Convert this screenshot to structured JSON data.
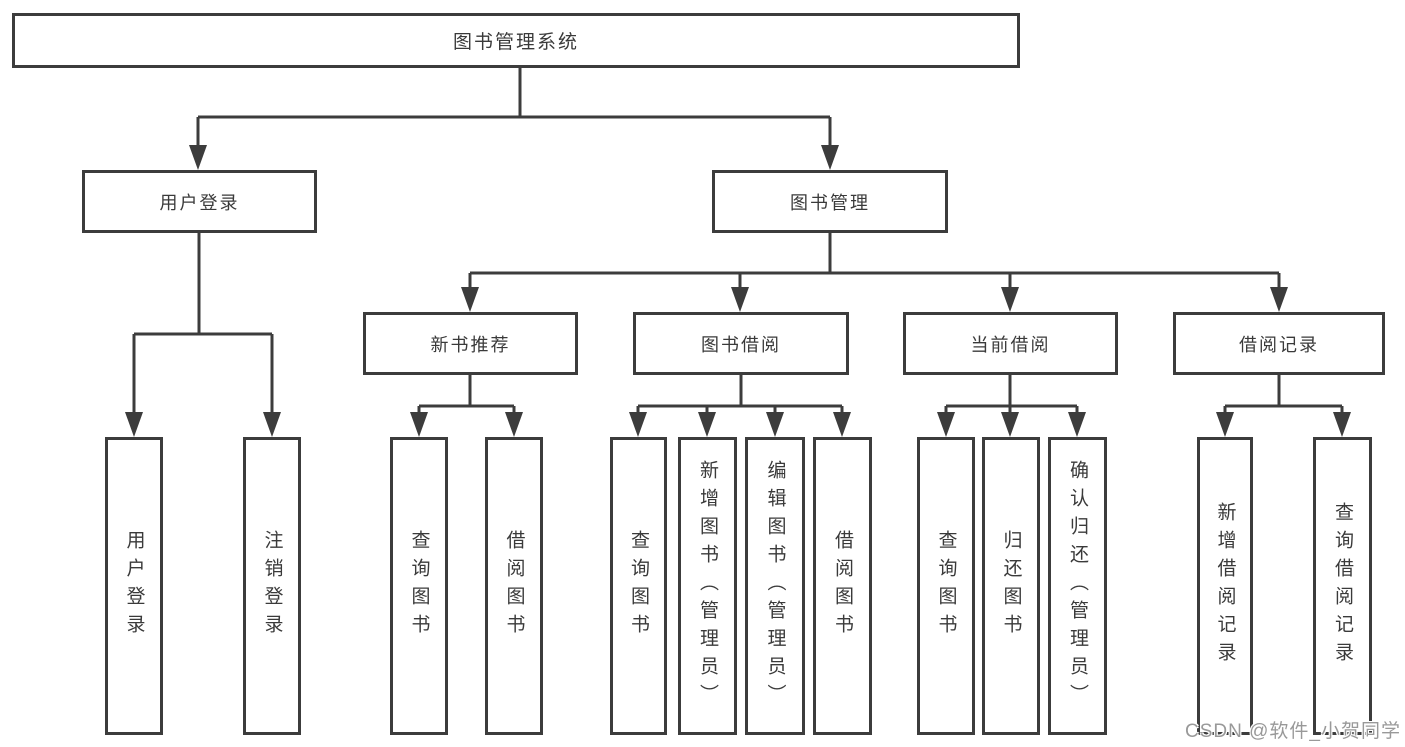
{
  "colors": {
    "line": "#3c3c3c",
    "box_border": "#3c3c3c",
    "text": "#3a3a3a",
    "background": "#ffffff",
    "watermark": "#999999"
  },
  "tree": {
    "root": {
      "label": "图书管理系统",
      "children": [
        {
          "label": "用户登录",
          "children": [
            {
              "label": "用户登录"
            },
            {
              "label": "注销登录"
            }
          ]
        },
        {
          "label": "图书管理",
          "children": [
            {
              "label": "新书推荐",
              "children": [
                {
                  "label": "查询图书"
                },
                {
                  "label": "借阅图书"
                }
              ]
            },
            {
              "label": "图书借阅",
              "children": [
                {
                  "label": "查询图书"
                },
                {
                  "label": "新增图书（管理员）"
                },
                {
                  "label": "编辑图书（管理员）"
                },
                {
                  "label": "借阅图书"
                }
              ]
            },
            {
              "label": "当前借阅",
              "children": [
                {
                  "label": "查询图书"
                },
                {
                  "label": "归还图书"
                },
                {
                  "label": "确认归还（管理员）"
                }
              ]
            },
            {
              "label": "借阅记录",
              "children": [
                {
                  "label": "新增借阅记录"
                },
                {
                  "label": "查询借阅记录"
                }
              ]
            }
          ]
        }
      ]
    }
  },
  "watermark": {
    "text": "CSDN @软件_小贺同学"
  }
}
